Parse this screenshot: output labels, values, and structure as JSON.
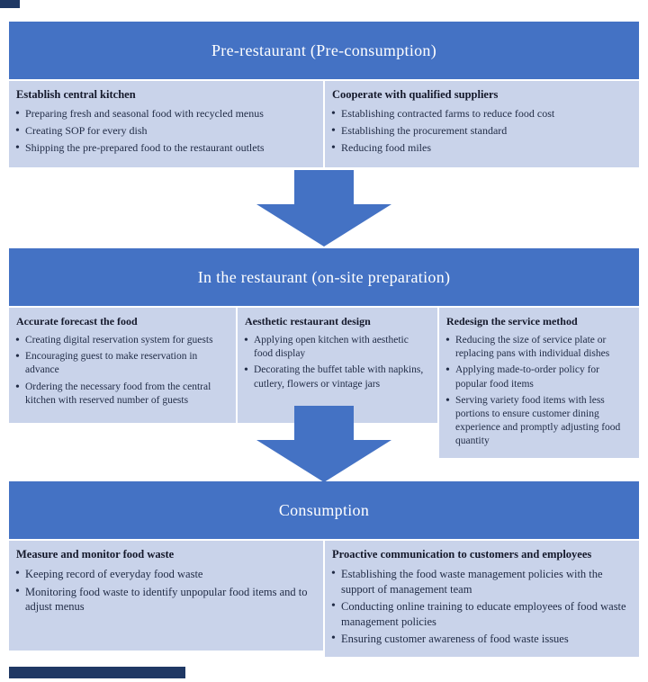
{
  "colors": {
    "header_bg": "#4472C4",
    "body_bg": "#C9D3EA",
    "arrow": "#4472C4",
    "header_text": "#FFFFFF",
    "body_text": "#1F2A44",
    "heading_text": "#15192B",
    "artifact": "#1F3864"
  },
  "sections": [
    {
      "title": "Pre-restaurant (Pre-consumption)",
      "columns": [
        {
          "heading": "Establish central kitchen",
          "bullets": [
            "Preparing fresh and seasonal food with recycled menus",
            "Creating SOP for every dish",
            "Shipping the pre-prepared food to the restaurant outlets"
          ]
        },
        {
          "heading": "Cooperate with qualified suppliers",
          "bullets": [
            "Establishing contracted farms to reduce food cost",
            "Establishing the procurement standard",
            "Reducing food miles"
          ]
        }
      ]
    },
    {
      "title": "In the restaurant (on-site preparation)",
      "columns": [
        {
          "heading": "Accurate forecast the food",
          "bullets": [
            "Creating digital reservation system for guests",
            "Encouraging guest to make reservation in advance",
            "Ordering the necessary food from the central kitchen with reserved number of guests"
          ]
        },
        {
          "heading": "Aesthetic restaurant design",
          "bullets": [
            "Applying open kitchen with aesthetic food display",
            "Decorating the buffet table with napkins, cutlery, flowers or vintage jars"
          ]
        },
        {
          "heading": "Redesign the service method",
          "bullets": [
            "Reducing the size of service plate or replacing pans with individual dishes",
            "Applying made-to-order policy for popular food items",
            "Serving variety food items with less portions to ensure customer dining experience and promptly adjusting food quantity"
          ]
        }
      ]
    },
    {
      "title": "Consumption",
      "columns": [
        {
          "heading": "Measure and monitor food waste",
          "bullets": [
            "Keeping record of everyday food waste",
            "Monitoring food waste to identify unpopular food items and to adjust menus"
          ]
        },
        {
          "heading": "Proactive communication to customers and employees",
          "bullets": [
            "Establishing the food waste management policies with the support of management team",
            "Conducting online training to educate employees of food waste management policies",
            "Ensuring customer awareness of food waste issues"
          ]
        }
      ]
    }
  ]
}
